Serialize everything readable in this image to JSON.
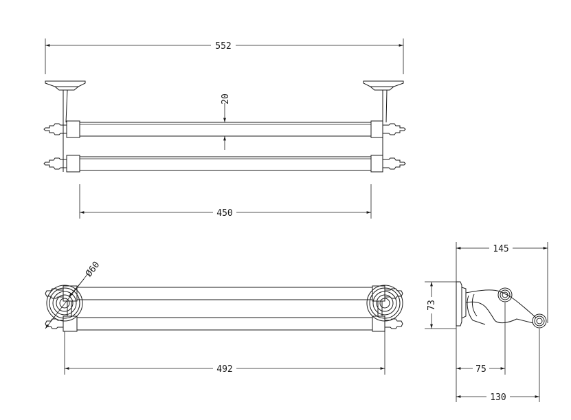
{
  "dimensions": {
    "overall_width": "552",
    "rail_spacing": "20",
    "rail_length": "450",
    "rose_diameter": "Ø60",
    "fixing_centres": "492",
    "projection_total": "145",
    "height": "73",
    "projection_upper_rail": "75",
    "projection_lower_rail": "130"
  },
  "colors": {
    "line": "#1a1a1a",
    "background": "#ffffff"
  }
}
